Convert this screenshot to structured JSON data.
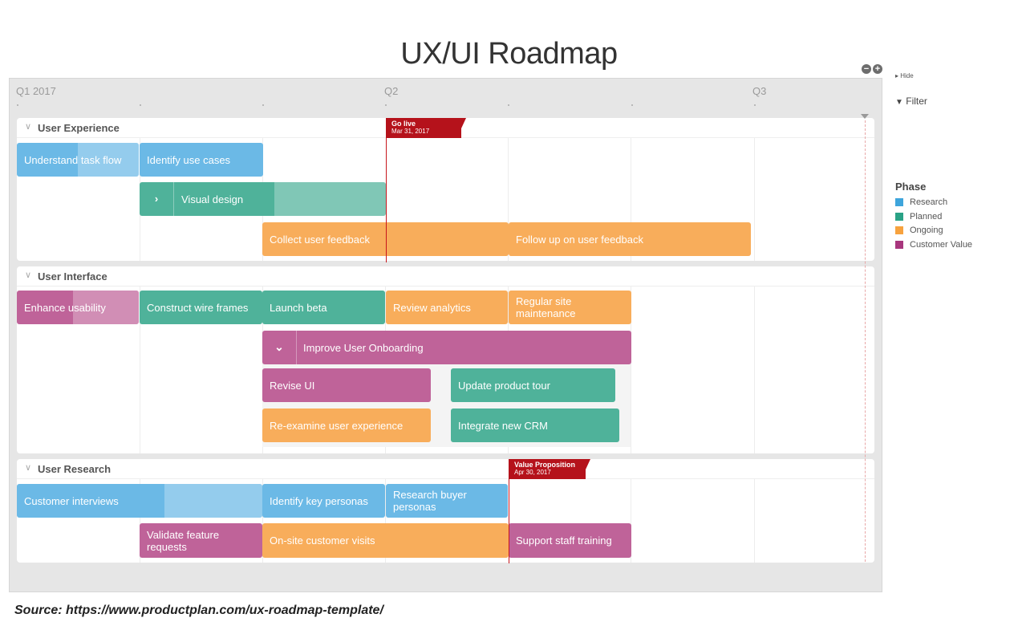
{
  "title": "UX/UI Roadmap",
  "controls": {
    "zoom_out": "−",
    "zoom_in": "+",
    "hide": "▸ Hide",
    "filter_icon": "filter-icon",
    "filter": "Filter"
  },
  "timeline": {
    "quarters": [
      "Q1 2017",
      "Q2",
      "Q3"
    ]
  },
  "colors": {
    "Research": "#6bb9e6",
    "Planned": "#4fb29a",
    "Ongoing": "#f8ad5b",
    "Customer Value": "#bf6399",
    "milestone": "#b5121b"
  },
  "lanes": [
    {
      "name": "User Experience",
      "bars": [
        {
          "label": "Understand task flow",
          "phase": "Research"
        },
        {
          "label": "Identify use cases",
          "phase": "Research"
        },
        {
          "label": "Visual design",
          "phase": "Planned",
          "expand_icon": "chevron-right-icon"
        },
        {
          "label": "Collect user feedback",
          "phase": "Ongoing"
        },
        {
          "label": "Follow up on user feedback",
          "phase": "Ongoing"
        }
      ]
    },
    {
      "name": "User Interface",
      "bars": [
        {
          "label": "Enhance usability",
          "phase": "Customer Value"
        },
        {
          "label": "Construct wire frames",
          "phase": "Planned"
        },
        {
          "label": "Launch beta",
          "phase": "Planned"
        },
        {
          "label": "Review analytics",
          "phase": "Ongoing"
        },
        {
          "label": "Regular site maintenance",
          "phase": "Ongoing"
        },
        {
          "label": "Improve User Onboarding",
          "phase": "Customer Value",
          "expand_icon": "chevron-down-icon"
        },
        {
          "label": "Revise UI",
          "phase": "Customer Value"
        },
        {
          "label": "Update product tour",
          "phase": "Planned"
        },
        {
          "label": "Re-examine user experience",
          "phase": "Ongoing"
        },
        {
          "label": "Integrate new CRM",
          "phase": "Planned"
        }
      ]
    },
    {
      "name": "User Research",
      "bars": [
        {
          "label": "Customer interviews",
          "phase": "Research"
        },
        {
          "label": "Identify key personas",
          "phase": "Research"
        },
        {
          "label": "Research buyer personas",
          "phase": "Research"
        },
        {
          "label": "Validate feature requests",
          "phase": "Customer Value"
        },
        {
          "label": "On-site customer visits",
          "phase": "Ongoing"
        },
        {
          "label": "Support staff training",
          "phase": "Customer Value"
        }
      ]
    }
  ],
  "milestones": [
    {
      "name": "Go live",
      "date": "Mar 31, 2017"
    },
    {
      "name": "Value Proposition",
      "date": "Apr 30, 2017"
    }
  ],
  "legend": {
    "title": "Phase",
    "items": [
      {
        "label": "Research",
        "color": "#3ea5dc"
      },
      {
        "label": "Planned",
        "color": "#2aa286"
      },
      {
        "label": "Ongoing",
        "color": "#f7a23e"
      },
      {
        "label": "Customer Value",
        "color": "#a8367d"
      }
    ]
  },
  "source": "Source: https://www.productplan.com/ux-roadmap-template/"
}
